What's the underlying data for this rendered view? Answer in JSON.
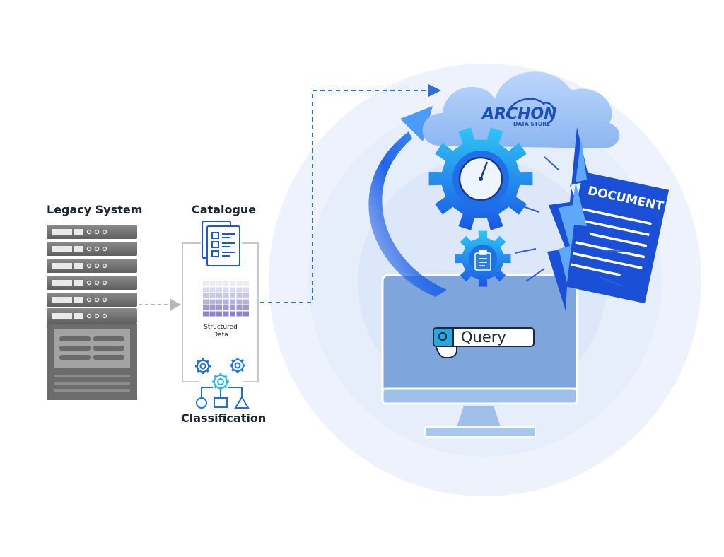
{
  "labels": {
    "legacy_system": "Legacy System",
    "catalogue": "Catalogue",
    "structured_data": [
      "Structured",
      "Data"
    ],
    "classification": "Classification"
  },
  "cloud": {
    "brand": "ARCHON",
    "sub_brand": "DATA STORE"
  },
  "document": {
    "title": "DOCUMENT"
  },
  "query": {
    "label": "Query"
  },
  "colors": {
    "server_dark": "#6e6e6e",
    "server_light": "#9a9a9a",
    "gear_blue": "#1a5ae8",
    "gear_cyan": "#28c2f2",
    "monitor": "#7ea6dc",
    "document_blue": "#1b4fd6",
    "halo": "#e8eefb",
    "dashed_line": "#2f6fd8"
  },
  "icons": [
    "server-rack-icon",
    "catalogue-icon",
    "structured-data-grid-icon",
    "classification-gears-icon",
    "cloud-icon",
    "gear-icon",
    "gauge-icon",
    "clipboard-icon",
    "document-icon",
    "lightning-icon",
    "monitor-icon",
    "search-icon",
    "hand-cursor-icon"
  ]
}
